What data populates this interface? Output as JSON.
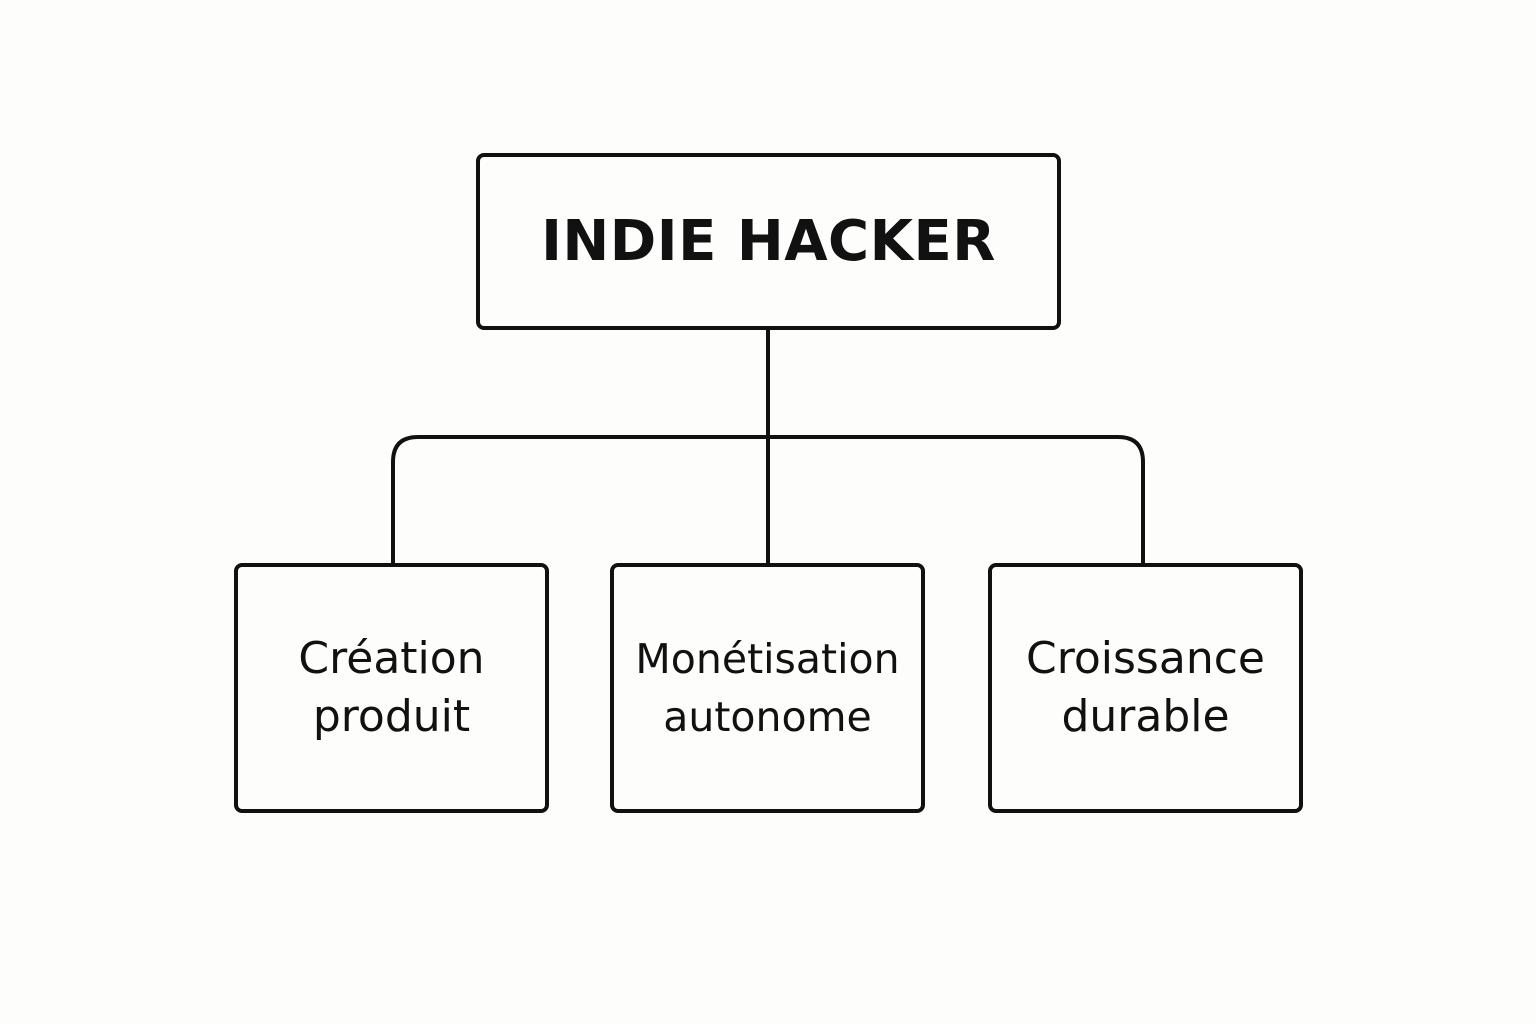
{
  "diagram": {
    "root": {
      "label": "INDIE HACKER"
    },
    "children": [
      {
        "line1": "Création",
        "line2": "produit"
      },
      {
        "line1": "Monétisation",
        "line2": "autonome"
      },
      {
        "line1": "Croissance",
        "line2": "durable"
      }
    ]
  }
}
